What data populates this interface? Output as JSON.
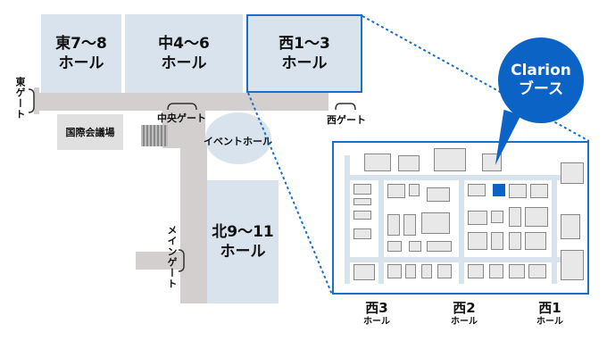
{
  "halls": {
    "east": "東7〜8\nホール",
    "center": "中4〜6\nホール",
    "west": "西1〜3\nホール",
    "north": "北9〜11\nホール"
  },
  "labels": {
    "east_gate": "東ゲート",
    "conference": "国際会議場",
    "central_gate": "中央ゲート",
    "event_hall": "イベントホール",
    "west_gate": "西ゲート",
    "main_gate": "メインゲート"
  },
  "callout": {
    "line1": "Clarion",
    "line2": "ブース"
  },
  "inset_halls": [
    {
      "name": "西3",
      "sub": "ホール"
    },
    {
      "name": "西2",
      "sub": "ホール"
    },
    {
      "name": "西1",
      "sub": "ホール"
    }
  ],
  "colors": {
    "hall": "#d9e3ee",
    "corridor": "#d4cfcf",
    "accent": "#0b63c5",
    "booth": "#0b63c5"
  }
}
